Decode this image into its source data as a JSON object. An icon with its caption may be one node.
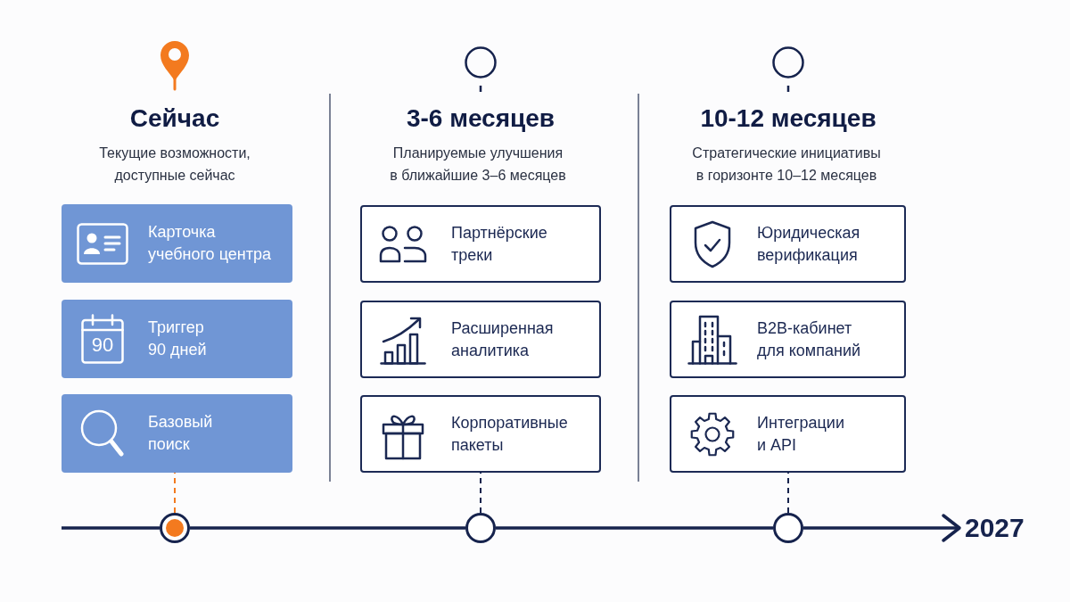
{
  "diagram": {
    "nodes": [
      {
        "text": [
          "Карточка учебного центра"
        ]
      },
      {
        "text": [
          "90",
          "Триггер 90 дней"
        ]
      },
      {
        "text": [
          "Базовый поиск"
        ]
      },
      {
        "text": [
          "Партнёрские треки"
        ]
      },
      {
        "text": [
          "Расширенная аналитика"
        ]
      },
      {
        "text": [
          "Корпоративные пакеты"
        ]
      },
      {
        "text": [
          "Юридическая верификация"
        ]
      },
      {
        "text": [
          "B2B-кабинет для компаний"
        ]
      },
      {
        "text": [
          "Интеграции и API"
        ]
      },
      {
        "text": [],
        "shape": "circle"
      },
      {
        "text": [],
        "shape": "circle"
      },
      {
        "text": [],
        "shape": "circle"
      },
      {
        "text": [
          "2027"
        ]
      }
    ],
    "edges": [
      {
        "from": null,
        "to": 9,
        "arrow": "none"
      },
      {
        "from": 9,
        "to": 10,
        "arrow": "none"
      },
      {
        "from": 10,
        "to": 11,
        "arrow": "none"
      },
      {
        "from": 11,
        "to": 12,
        "arrow": "to"
      },
      {
        "from": 9,
        "to": 2,
        "arrow": "none",
        "style": "dashed",
        "color": "#f37a1f"
      },
      {
        "from": 10,
        "to": 5,
        "arrow": "none",
        "style": "dashed"
      },
      {
        "from": 11,
        "to": 8,
        "arrow": "none",
        "style": "dashed"
      }
    ],
    "labels": [
      "Сейчас",
      "Текущие возможности, доступные сейчас",
      "3-6 месяцев",
      "Планируемые улучшения в ближайшие 3–6 месяцев",
      "10-12 месяцев",
      "Стратегические инициативы в горизонте 10–12 месяцев"
    ]
  }
}
